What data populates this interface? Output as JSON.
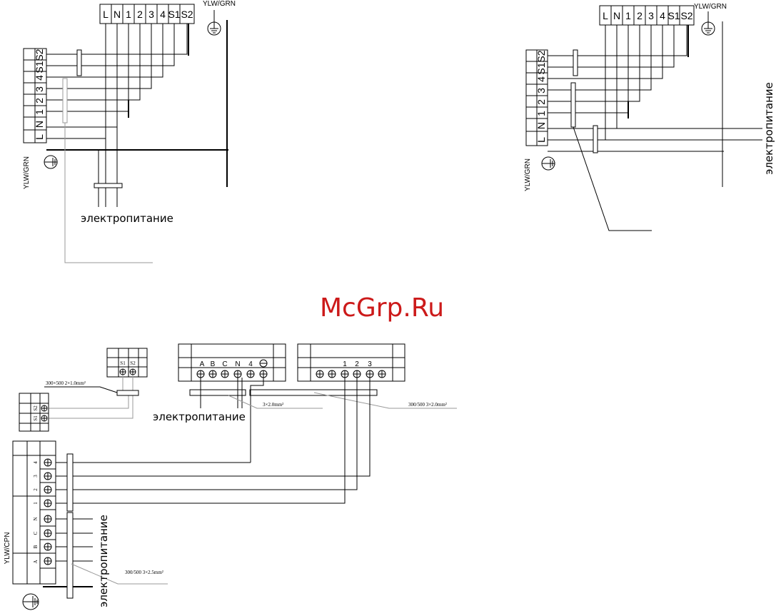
{
  "watermark": "McGrp.Ru",
  "diagram1": {
    "terminals_top": [
      "L",
      "N",
      "1",
      "2",
      "3",
      "4",
      "S1",
      "S2"
    ],
    "terminals_side": [
      "S2",
      "S1",
      "4",
      "3",
      "2",
      "1",
      "N",
      "L"
    ],
    "ground_label_top": "YLW/GRN",
    "ground_label_side": "YLW/GRN",
    "power_label": "электропитание"
  },
  "diagram2": {
    "terminals_top": [
      "L",
      "N",
      "1",
      "2",
      "3",
      "4",
      "S1",
      "S2"
    ],
    "terminals_side": [
      "S2",
      "S1",
      "4",
      "3",
      "2",
      "1",
      "N",
      "L"
    ],
    "ground_label_top": "YLW/GRN",
    "ground_label_side": "YLW/GRN",
    "power_label": "электропитание"
  },
  "diagram3": {
    "box_s_labels": [
      "S1",
      "S2"
    ],
    "box_left_labels": [
      "S2",
      "S1"
    ],
    "box_mid_labels": [
      "A",
      "B",
      "C",
      "N",
      "4"
    ],
    "box_right_labels": [
      "1",
      "2",
      "3"
    ],
    "side_labels": [
      "4",
      "3",
      "2",
      "1",
      "N",
      "C",
      "B",
      "A"
    ],
    "cable_label_1": "300×500 2×1.0mm²",
    "cable_label_2": "3×2.0mm²",
    "cable_label_3": "300/500 3×2.0mm²",
    "cable_label_4": "300/500 3×2.5mm²",
    "ground_label": "YLW/CPN",
    "power_label_1": "электропитание",
    "power_label_2": "электропитание"
  }
}
